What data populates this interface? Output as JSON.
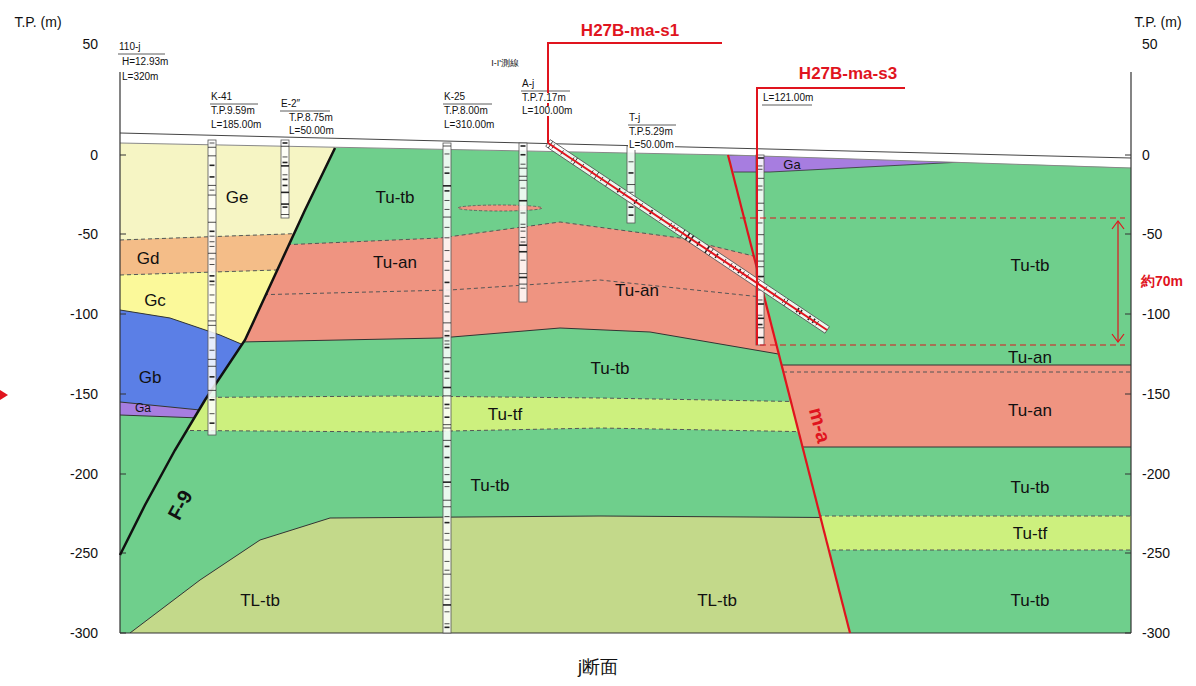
{
  "diagram": {
    "caption": "j断面",
    "labels": [
      "T.P. (m)",
      "T.P. (m)",
      "H27B-ma-s1",
      "110-j",
      "H=12.93m",
      "L=320m",
      "50",
      "50",
      "I-I'測線",
      "H27B-ma-s3",
      "A-j",
      "K-41",
      "K-25",
      "L=121.00m",
      "T.P.7.17m",
      "E-2″",
      "T.P.9.59m",
      "T.P.8.00m",
      "L=100.00m",
      "T.P.8.75m",
      "T-j",
      "L=185.00m",
      "L=310.00m",
      "L=50.00m",
      "T.P.5.29m",
      "L=50.00m",
      "0",
      "0",
      "Ga",
      "Ge",
      "Tu-tb",
      "-50",
      "-50",
      "Tu-an",
      "Gd",
      "Tu-tb",
      "約70m",
      "Tu-an",
      "Gc",
      "-100",
      "-100",
      "Tu-an",
      "Tu-tb",
      "Gb",
      "-150",
      "-150",
      "Ga",
      "Tu-tf",
      "Tu-an",
      "m-a",
      "-200",
      "-200",
      "Tu-tb",
      "Tu-tb",
      "F-9",
      "Tu-tf",
      "-250",
      "-250",
      "TL-tb",
      "TL-tb",
      "Tu-tb",
      "-300",
      "-300"
    ]
  }
}
